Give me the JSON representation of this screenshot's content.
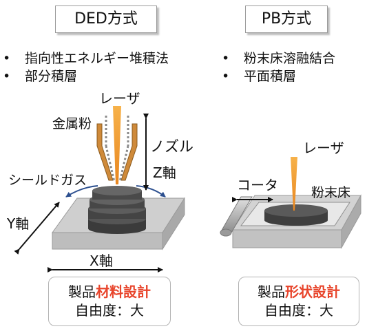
{
  "colors": {
    "accent": "#e8452c",
    "laser": "#f29a2e",
    "arrow_blue": "#2c4f8f"
  },
  "ded": {
    "title": "DED方式",
    "bullets": [
      "指向性エネルギー堆積法",
      "部分積層"
    ],
    "labels": {
      "laser": "レーザ",
      "metal_powder": "金属粉",
      "nozzle": "ノズル",
      "shield_gas": "シールドガス",
      "z_axis": "Z軸",
      "y_axis": "Y軸",
      "x_axis": "X軸"
    },
    "result": {
      "prefix": "製品",
      "highlight": "材料設計",
      "line2": "自由度：大"
    }
  },
  "pb": {
    "title": "PB方式",
    "bullets": [
      "粉末床溶融結合",
      "平面積層"
    ],
    "labels": {
      "laser": "レーザ",
      "coater": "コータ",
      "powder_bed": "粉末床"
    },
    "result": {
      "prefix": "製品",
      "highlight": "形状設計",
      "line2": "自由度：大"
    }
  }
}
